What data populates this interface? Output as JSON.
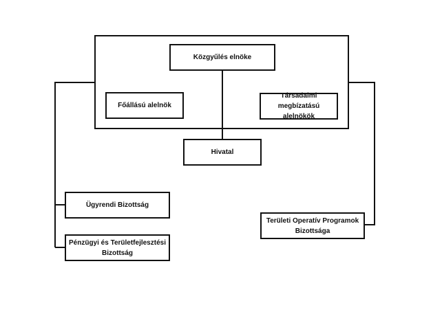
{
  "diagram": {
    "nodes": {
      "president": "Közgyűlés elnöke",
      "fulltime_vice": "Főállású alelnök",
      "social_vice": "Társadalmi megbízatású alelnökök",
      "office": "Hivatal",
      "rules_committee": "Ügyrendi Bizottság",
      "finance_committee": "Pénzügyi és Területfejlesztési Bizottság",
      "top_committee": "Területi Operatív Programok Bizottsága"
    },
    "line_color": "#111111"
  }
}
